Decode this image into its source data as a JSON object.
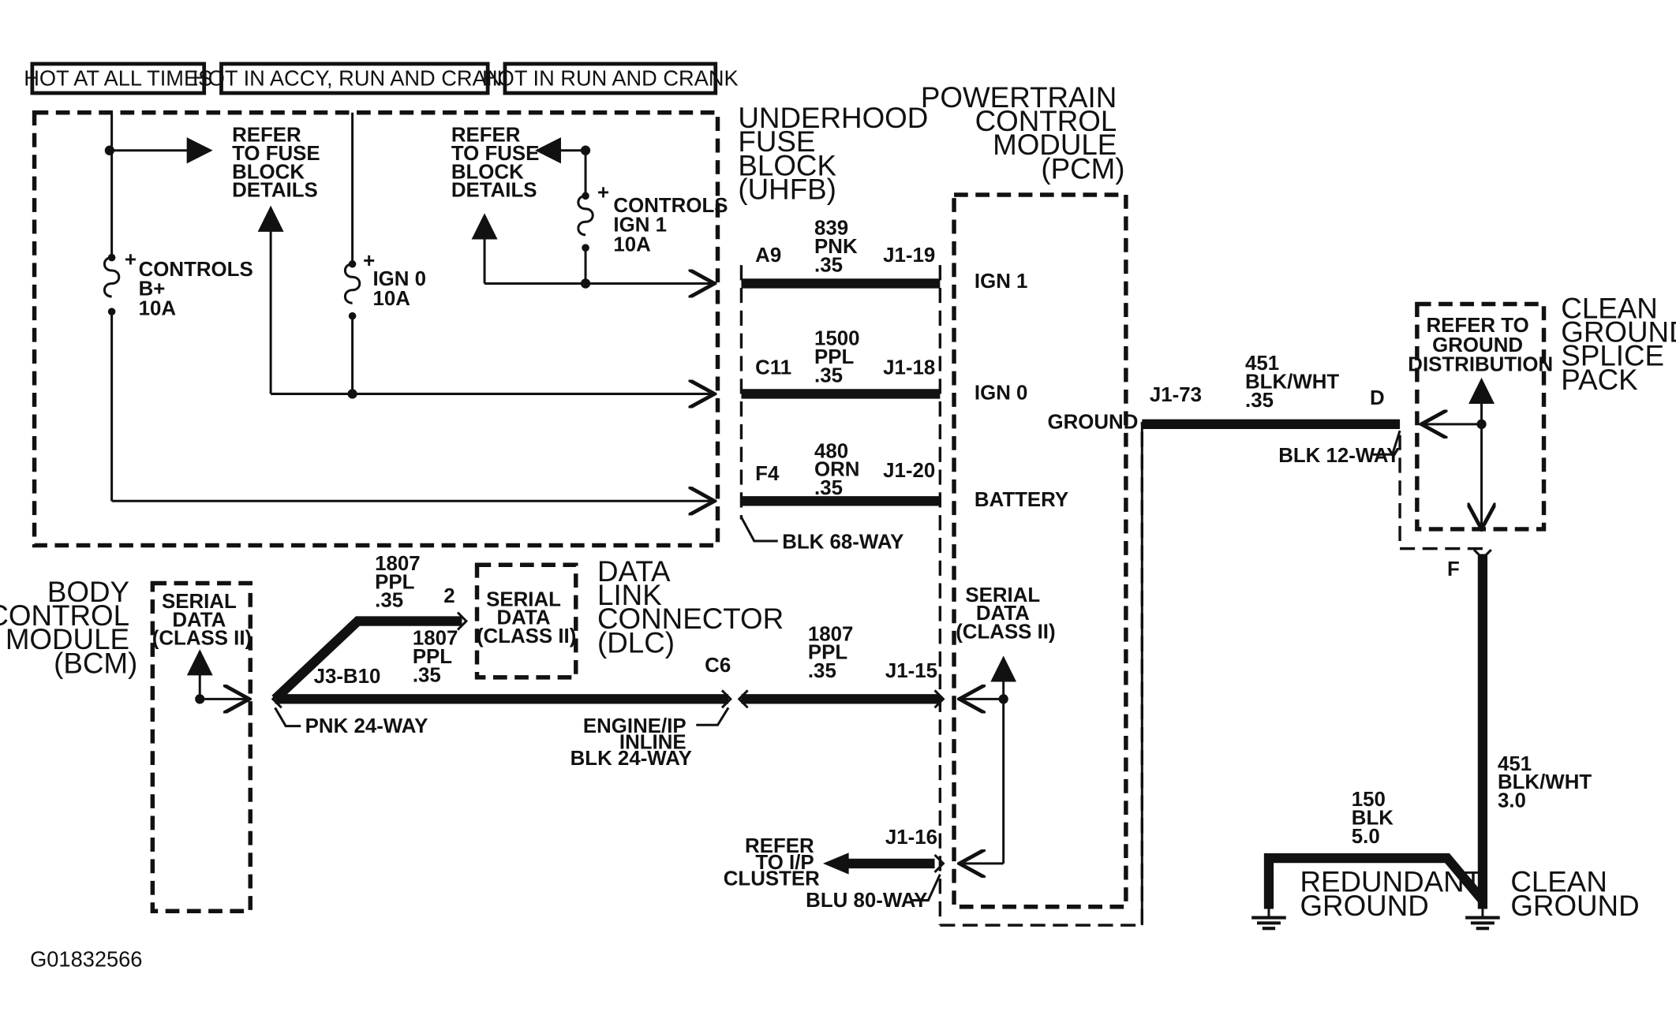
{
  "headers": {
    "hot_at_all_times": "HOT AT ALL TIMES",
    "hot_accy_run_crank": "HOT IN ACCY, RUN AND CRANK",
    "hot_run_crank": "HOT IN RUN AND CRANK"
  },
  "fuse_block": {
    "refer_left": [
      "REFER",
      "TO FUSE",
      "BLOCK",
      "DETAILS"
    ],
    "refer_right": [
      "REFER",
      "TO FUSE",
      "BLOCK",
      "DETAILS"
    ],
    "fuse_bplus": [
      "CONTROLS",
      "B+",
      "10A"
    ],
    "fuse_ign0": [
      "IGN 0",
      "10A"
    ],
    "fuse_ign1": [
      "CONTROLS",
      "IGN 1",
      "10A"
    ],
    "title": [
      "UNDERHOOD",
      "FUSE",
      "BLOCK",
      "(UHFB)"
    ],
    "connector": "BLK 68-WAY"
  },
  "pcm": {
    "title": [
      "POWERTRAIN",
      "CONTROL",
      "MODULE",
      "(PCM)"
    ],
    "ign1": "IGN 1",
    "ign0": "IGN 0",
    "ground": "GROUND",
    "battery": "BATTERY",
    "serial": [
      "SERIAL",
      "DATA",
      "(CLASS II)"
    ]
  },
  "wires": {
    "ign1": {
      "from": "A9",
      "to": "J1-19",
      "label": [
        "839",
        "PNK",
        ".35"
      ]
    },
    "ign0": {
      "from": "C11",
      "to": "J1-18",
      "label": [
        "1500",
        "PPL",
        ".35"
      ]
    },
    "battery": {
      "from": "F4",
      "to": "J1-20",
      "label": [
        "480",
        "ORN",
        ".35"
      ]
    },
    "ground": {
      "from": "J1-73",
      "to": "D",
      "label": [
        "451",
        "BLK/WHT",
        ".35"
      ]
    },
    "dlc_upper": {
      "pin": "2",
      "label": [
        "1807",
        "PPL",
        ".35"
      ]
    },
    "dlc_lower": {
      "from": "J3-B10",
      "to": "C6",
      "label": [
        "1807",
        "PPL",
        ".35"
      ]
    },
    "serial_pcm": {
      "to": "J1-15",
      "label": [
        "1807",
        "PPL",
        ".35"
      ]
    },
    "clean_ground": {
      "pin": "F",
      "label": [
        "451",
        "BLK/WHT",
        "3.0"
      ]
    },
    "redundant_ground": {
      "label": [
        "150",
        "BLK",
        "5.0"
      ]
    },
    "cluster": {
      "pin": "J1-16"
    }
  },
  "splice_pack": {
    "title": [
      "CLEAN",
      "GROUND",
      "SPLICE",
      "PACK"
    ],
    "refer": [
      "REFER TO",
      "GROUND",
      "DISTRIBUTION"
    ],
    "connector": "BLK 12-WAY"
  },
  "bcm": {
    "title": [
      "BODY",
      "CONTROL",
      "MODULE",
      "(BCM)"
    ],
    "serial": [
      "SERIAL",
      "DATA",
      "(CLASS II)"
    ],
    "connector": "PNK 24-WAY"
  },
  "dlc": {
    "title": [
      "DATA",
      "LINK",
      "CONNECTOR",
      "(DLC)"
    ],
    "serial": [
      "SERIAL",
      "DATA",
      "(CLASS II)"
    ]
  },
  "inline": {
    "label": [
      "ENGINE/IP",
      "INLINE",
      "BLK 24-WAY"
    ]
  },
  "cluster": {
    "refer": [
      "REFER",
      "TO I/P",
      "CLUSTER"
    ],
    "connector": "BLU 80-WAY"
  },
  "grounds": {
    "redundant": [
      "REDUNDANT",
      "GROUND"
    ],
    "clean": [
      "CLEAN",
      "GROUND"
    ]
  },
  "figure_id": "G01832566"
}
